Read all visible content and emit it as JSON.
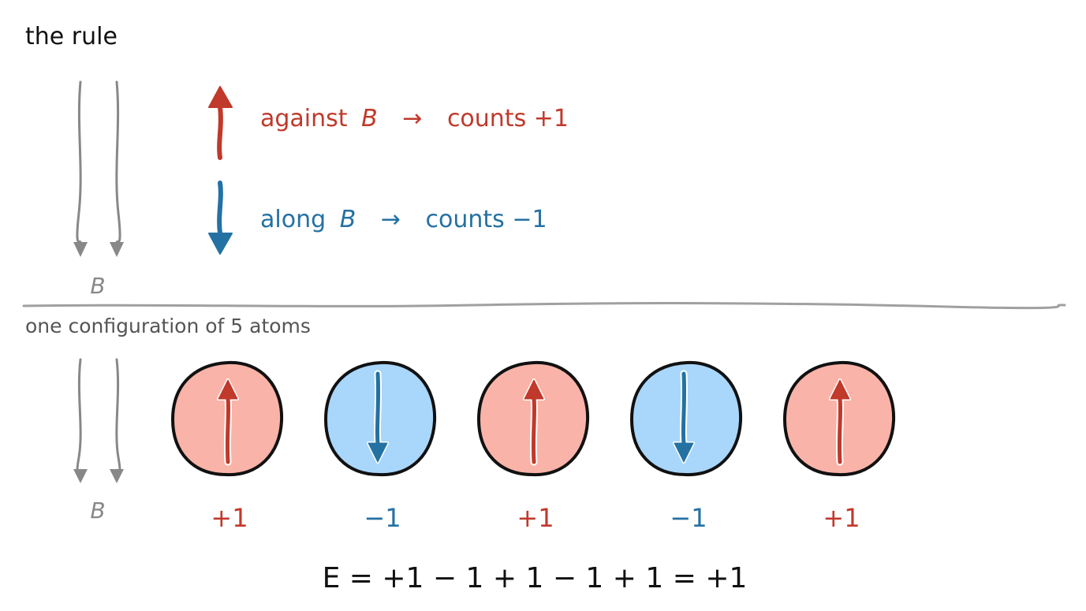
{
  "rule_section": {
    "title": "the rule",
    "field_label": "B",
    "against": {
      "word": "against",
      "symbol": "B",
      "arrow": "→",
      "result": "counts +1"
    },
    "along": {
      "word": "along",
      "symbol": "B",
      "arrow": "→",
      "result": "counts −1"
    }
  },
  "configuration_section": {
    "title": "one configuration of 5 atoms",
    "field_label": "B",
    "atoms": [
      {
        "spin": "up",
        "value": "+1"
      },
      {
        "spin": "down",
        "value": "−1"
      },
      {
        "spin": "up",
        "value": "+1"
      },
      {
        "spin": "down",
        "value": "−1"
      },
      {
        "spin": "up",
        "value": "+1"
      }
    ]
  },
  "equation": "E  =  +1 − 1 + 1 − 1 + 1  =  +1",
  "colors": {
    "against": "#c0392b",
    "along": "#2471a3",
    "against_fill": "#f9b3a8",
    "along_fill": "#a9d6fb",
    "field": "#888888",
    "divider": "#a0a0a0"
  },
  "icons": {
    "field_arrows": "double-down-arrow-icon",
    "spin_up": "up-arrow-icon",
    "spin_down": "down-arrow-icon"
  }
}
